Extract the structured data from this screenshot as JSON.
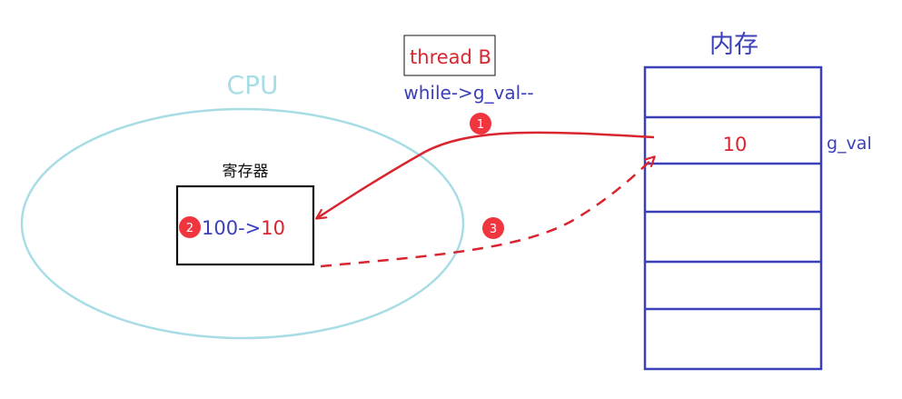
{
  "cpu": {
    "label": "CPU",
    "register": {
      "title": "寄存器",
      "value_old": "100->",
      "value_new": "10"
    }
  },
  "memory": {
    "title": "内存",
    "cell_value": "10",
    "variable_name": "g_val"
  },
  "thread": {
    "name": "thread B",
    "statement": "while->g_val--"
  },
  "steps": {
    "step1": "1",
    "step2": "2",
    "step3": "3"
  },
  "colors": {
    "cpu_outline": "#a8dde6",
    "memory_blue": "#3b3fb8",
    "arrow_red": "#d9252f",
    "badge_red": "#f0353f",
    "black": "#111111"
  }
}
